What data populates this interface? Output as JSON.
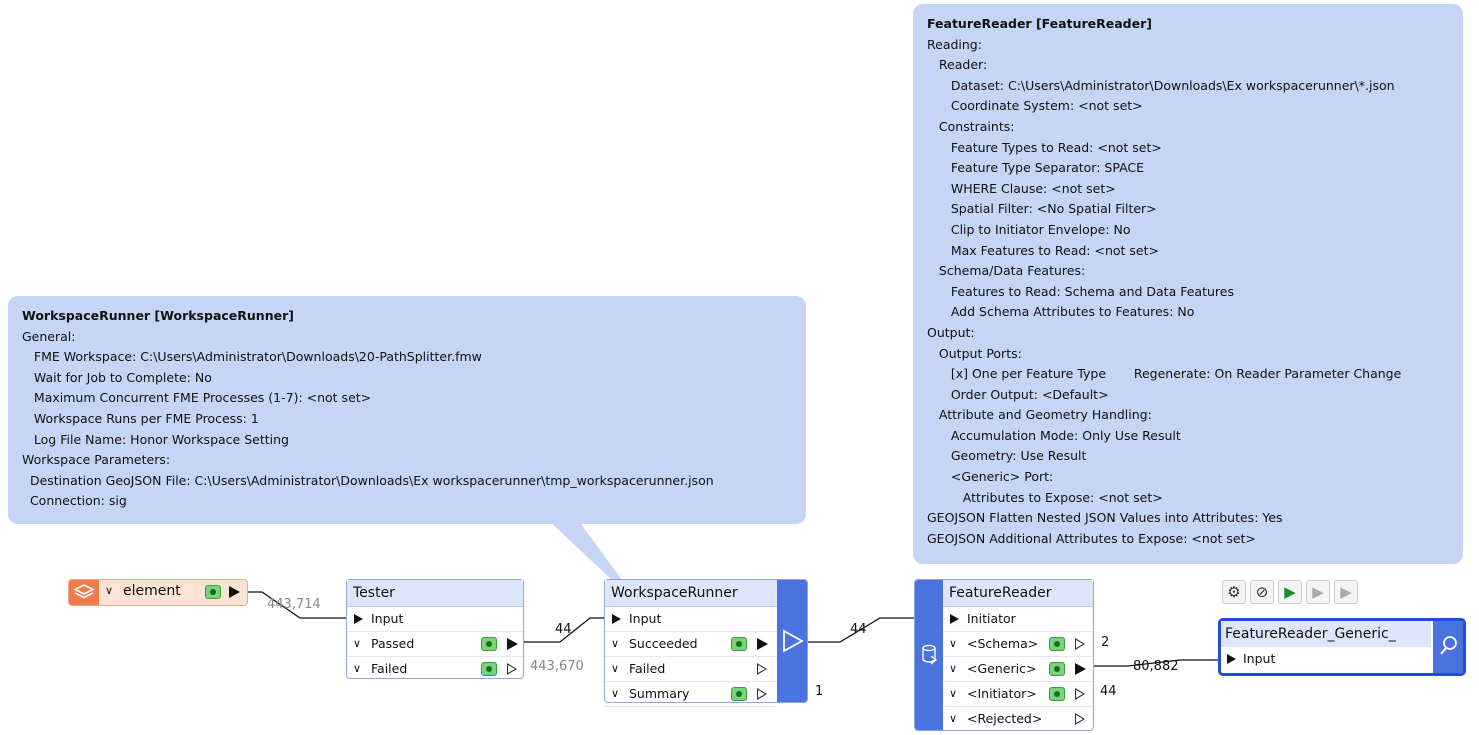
{
  "workspace_bubble": {
    "title": "WorkspaceRunner [WorkspaceRunner]",
    "lines": [
      "General:",
      "   FME Workspace: C:\\Users\\Administrator\\Downloads\\20-PathSplitter.fmw",
      "   Wait for Job to Complete: No",
      "   Maximum Concurrent FME Processes (1-7): <not set>",
      "   Workspace Runs per FME Process: 1",
      "   Log File Name: Honor Workspace Setting",
      "Workspace Parameters:",
      "  Destination GeoJSON File: C:\\Users\\Administrator\\Downloads\\Ex workspacerunner\\tmp_workspacerunner.json",
      "  Connection: sig"
    ]
  },
  "reader_bubble": {
    "title": "FeatureReader [FeatureReader]",
    "lines": [
      "Reading:",
      "   Reader:",
      "      Dataset: C:\\Users\\Administrator\\Downloads\\Ex workspacerunner\\*.json",
      "      Coordinate System: <not set>",
      "   Constraints:",
      "      Feature Types to Read: <not set>",
      "      Feature Type Separator: SPACE",
      "      WHERE Clause: <not set>",
      "      Spatial Filter: <No Spatial Filter>",
      "      Clip to Initiator Envelope: No",
      "      Max Features to Read: <not set>",
      "   Schema/Data Features:",
      "      Features to Read: Schema and Data Features",
      "      Add Schema Attributes to Features: No",
      "Output:",
      "   Output Ports:",
      "      [x] One per Feature Type       Regenerate: On Reader Parameter Change",
      "      Order Output: <Default>",
      "   Attribute and Geometry Handling:",
      "      Accumulation Mode: Only Use Result",
      "      Geometry: Use Result",
      "      <Generic> Port:",
      "         Attributes to Expose: <not set>",
      "GEOJSON Flatten Nested JSON Values into Attributes: Yes",
      "GEOJSON Additional Attributes to Expose: <not set>"
    ]
  },
  "source": {
    "label": "element",
    "icon": "layers-icon",
    "color": "#f07a4a"
  },
  "tester": {
    "title": "Tester",
    "input": "Input",
    "passed": "Passed",
    "failed": "Failed"
  },
  "workspace_runner": {
    "title": "WorkspaceRunner",
    "input": "Input",
    "succeeded": "Succeeded",
    "failed": "Failed",
    "summary": "Summary"
  },
  "feature_reader": {
    "title": "FeatureReader",
    "initiator": "Initiator",
    "schema": "<Schema>",
    "generic": "<Generic>",
    "initiator_port": "<Initiator>",
    "rejected": "<Rejected>"
  },
  "generic_reader": {
    "title": "FeatureReader_Generic_",
    "input": "Input"
  },
  "counts": {
    "element_out": "443,714",
    "tester_passed": "44",
    "tester_failed": "443,670",
    "succeeded": "44",
    "summary": "1",
    "schema": "2",
    "generic": "80,882",
    "initiator": "44"
  },
  "colors": {
    "accent": "#4a73e0",
    "bubble": "#c6d4f5",
    "selected": "#1f4fd6"
  }
}
